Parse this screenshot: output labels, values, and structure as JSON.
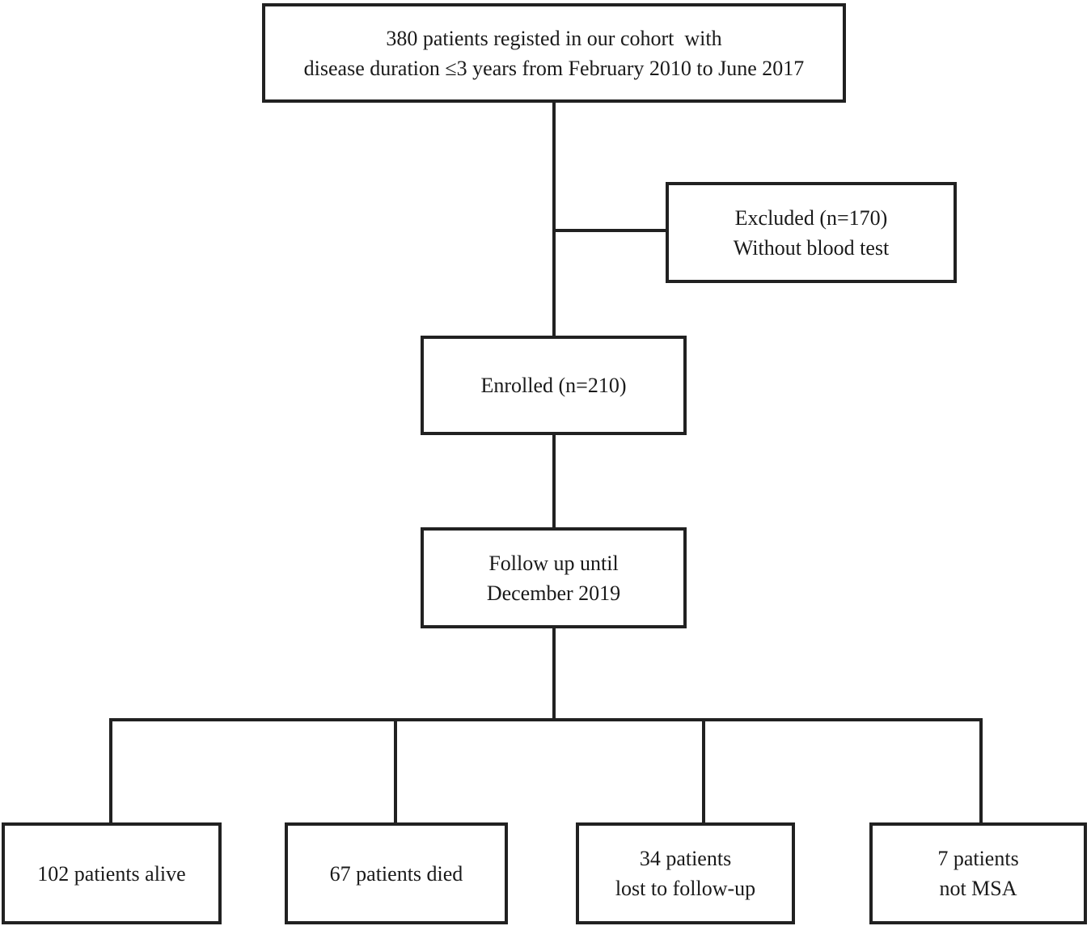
{
  "diagram": {
    "type": "flowchart",
    "colors": {
      "border": "#212121",
      "text": "#1a1a1a",
      "background": "#ffffff"
    },
    "nodes": {
      "cohort": {
        "line1": "380 patients registed in our cohort  with",
        "line2": "disease duration ≤3 years from February 2010 to June 2017"
      },
      "excluded": {
        "line1": "Excluded (n=170)",
        "line2": "Without blood test"
      },
      "enrolled": {
        "line1": "Enrolled (n=210)"
      },
      "followup": {
        "line1": "Follow up until",
        "line2": "December 2019"
      },
      "alive": {
        "line1": "102 patients alive"
      },
      "died": {
        "line1": "67 patients died"
      },
      "lost": {
        "line1": "34 patients",
        "line2": "lost to follow-up"
      },
      "not_msa": {
        "line1": "7 patients",
        "line2": "not MSA"
      }
    },
    "edges": [
      {
        "from": "cohort",
        "to": "excluded"
      },
      {
        "from": "cohort",
        "to": "enrolled"
      },
      {
        "from": "enrolled",
        "to": "followup"
      },
      {
        "from": "followup",
        "to": "alive"
      },
      {
        "from": "followup",
        "to": "died"
      },
      {
        "from": "followup",
        "to": "lost"
      },
      {
        "from": "followup",
        "to": "not_msa"
      }
    ]
  }
}
